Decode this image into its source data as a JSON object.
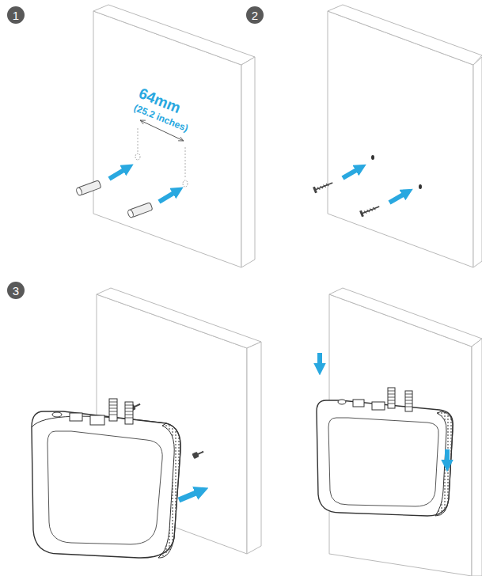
{
  "diagram": {
    "labels": [
      "1",
      "2",
      "3",
      "64mm",
      "(25.2 inches)"
    ]
  }
}
